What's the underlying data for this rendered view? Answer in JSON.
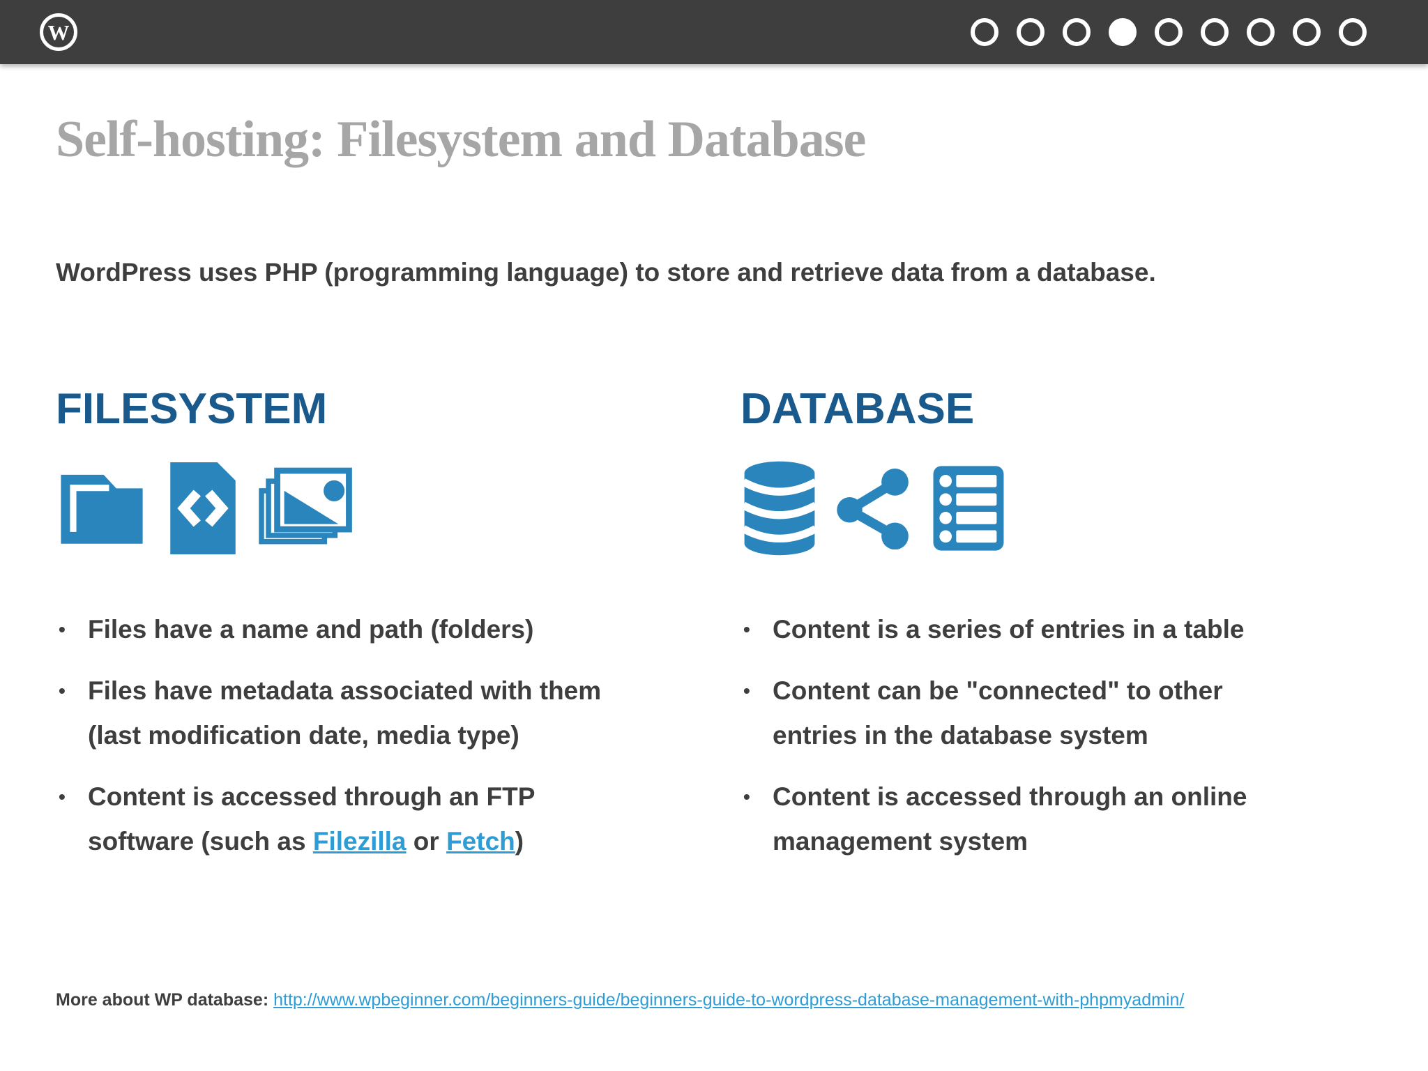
{
  "colors": {
    "header_bg": "#3e3e3e",
    "title_gray": "#a6a6a6",
    "body_text": "#3e3e3e",
    "heading_blue": "#1a598b",
    "icon_blue": "#2b85bd",
    "link_blue": "#2e9dd6",
    "dot_white": "#ffffff"
  },
  "header": {
    "logo_icon": "wordpress-logo-icon",
    "progress_dots": {
      "total": 9,
      "active_index": 3
    }
  },
  "slide": {
    "title": "Self-hosting: Filesystem and Database",
    "subtitle": "WordPress uses PHP (programming language) to store and retrieve data from a database.",
    "columns": [
      {
        "heading": "FILESYSTEM",
        "icons": [
          "folder-icon",
          "code-file-icon",
          "photo-stack-icon"
        ],
        "bullets": [
          [
            {
              "text": "Files have a name and path (folders)"
            }
          ],
          [
            {
              "text": "Files have metadata associated with them"
            },
            {
              "br": true
            },
            {
              "text": "(last modification date, media type)"
            }
          ],
          [
            {
              "text": "Content is accessed through an FTP"
            },
            {
              "br": true
            },
            {
              "text": "software (such as "
            },
            {
              "text": "Filezilla",
              "link": true
            },
            {
              "text": " or "
            },
            {
              "text": "Fetch",
              "link": true
            },
            {
              "text": ")"
            }
          ]
        ]
      },
      {
        "heading": "DATABASE",
        "icons": [
          "database-icon",
          "share-nodes-icon",
          "list-table-icon"
        ],
        "bullets": [
          [
            {
              "text": "Content is a series of entries in a table"
            }
          ],
          [
            {
              "text": "Content can be \"connected\" to other"
            },
            {
              "br": true
            },
            {
              "text": "entries in the database system"
            }
          ],
          [
            {
              "text": "Content is accessed through an online"
            },
            {
              "br": true
            },
            {
              "text": "management system"
            }
          ]
        ]
      }
    ],
    "footer": {
      "label": "More about WP database:",
      "link_text": "http://www.wpbeginner.com/beginners-guide/beginners-guide-to-wordpress-database-management-with-phpmyadmin/"
    }
  }
}
